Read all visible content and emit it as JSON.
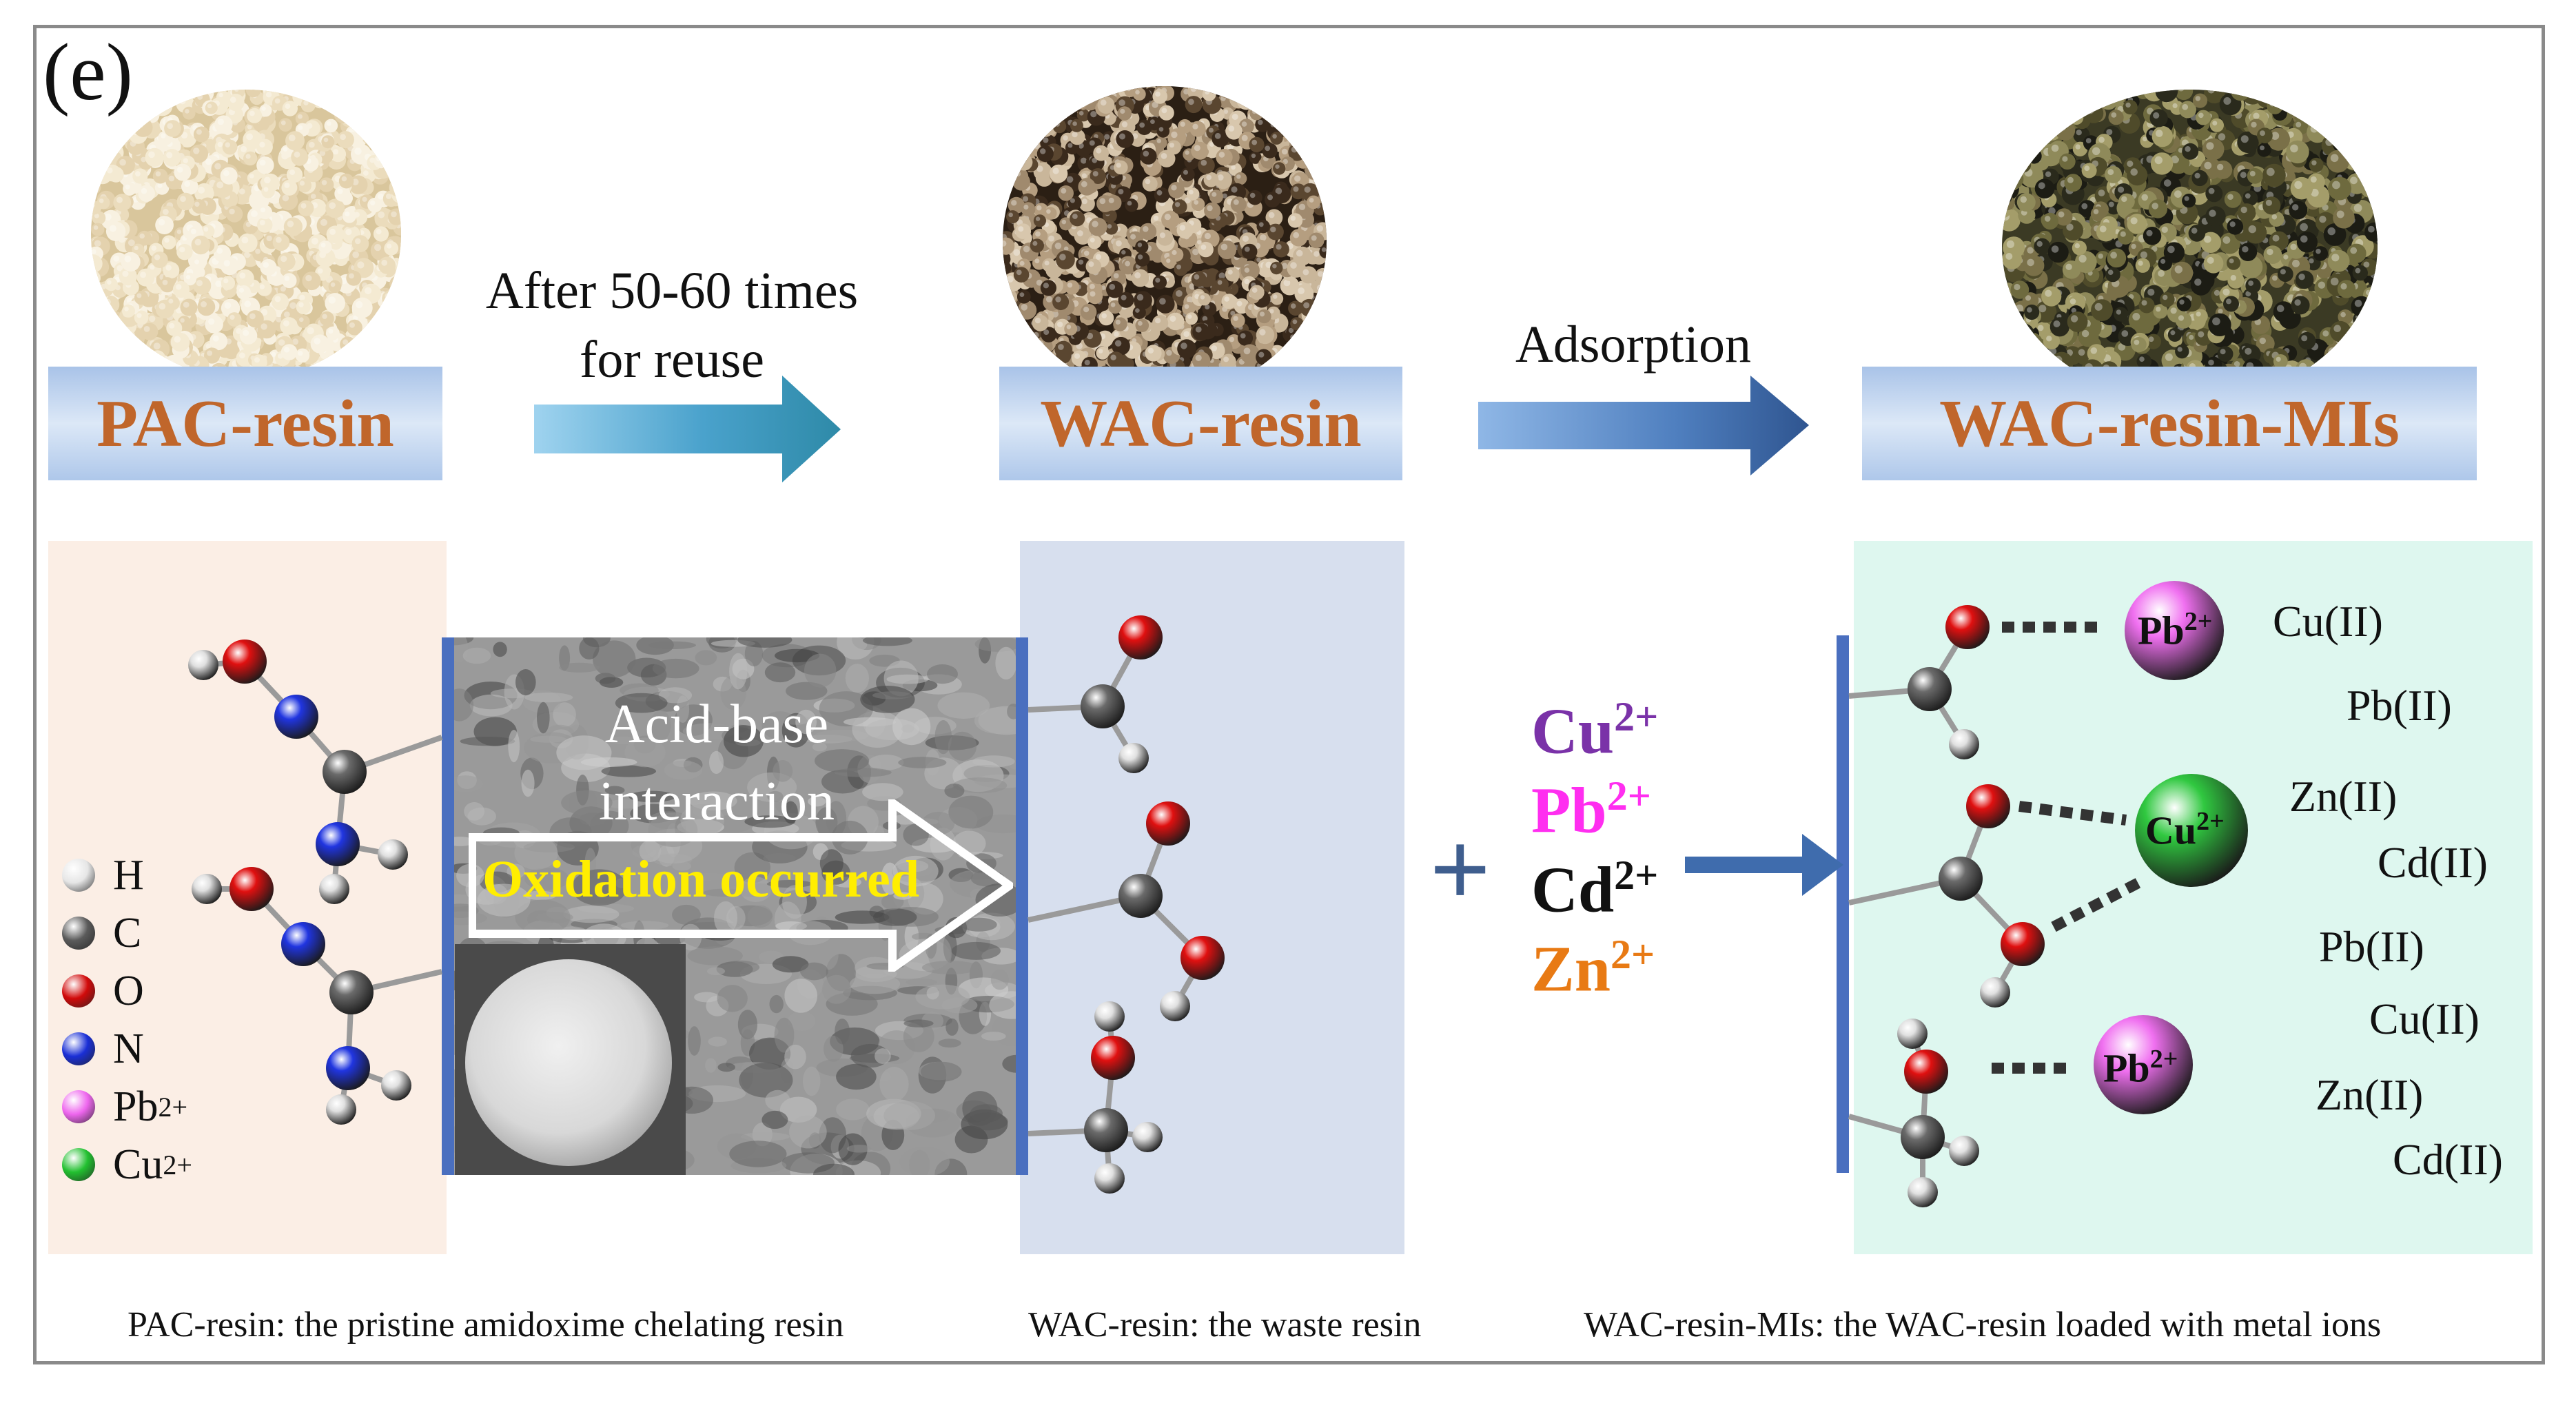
{
  "panel_tag": "(e)",
  "stages": {
    "pac": {
      "label": "PAC-resin"
    },
    "wac": {
      "label": "WAC-resin"
    },
    "wac_mi": {
      "label": "WAC-resin-MIs"
    }
  },
  "arrows": {
    "reuse_line1": "After 50-60 times",
    "reuse_line2": "for reuse",
    "adsorption": "Adsorption"
  },
  "sem": {
    "interaction_line1": "Acid-base",
    "interaction_line2": "interaction",
    "oxidation": "Oxidation occurred"
  },
  "legend": [
    {
      "symbol": "H",
      "sup": "",
      "color": "#e6e6e6"
    },
    {
      "symbol": "C",
      "sup": "",
      "color": "#5a5a5a"
    },
    {
      "symbol": "O",
      "sup": "",
      "color": "#d10a0a"
    },
    {
      "symbol": "N",
      "sup": "",
      "color": "#1a2fd6"
    },
    {
      "symbol": "Pb",
      "sup": "2+",
      "color": "#ee66ee"
    },
    {
      "symbol": "Cu",
      "sup": "2+",
      "color": "#22c030"
    }
  ],
  "ions": [
    {
      "symbol": "Cu",
      "sup": "2+",
      "color": "#7a32a8"
    },
    {
      "symbol": "Pb",
      "sup": "2+",
      "color": "#ff2ef0"
    },
    {
      "symbol": "Cd",
      "sup": "2+",
      "color": "#111111"
    },
    {
      "symbol": "Zn",
      "sup": "2+",
      "color": "#e87a14"
    }
  ],
  "plus_sign": "+",
  "bound_ions": [
    {
      "symbol": "Pb",
      "sup": "2+"
    },
    {
      "symbol": "Cu",
      "sup": "2+"
    },
    {
      "symbol": "Pb",
      "sup": "2+"
    }
  ],
  "oxidation_states": [
    "Cu(II)",
    "Pb(II)",
    "Zn(II)",
    "Cd(II)",
    "Pb(II)",
    "Cu(II)",
    "Zn(II)",
    "Cd(II)"
  ],
  "captions": {
    "pac": "PAC-resin: the pristine amidoxime chelating resin",
    "wac": "WAC-resin: the waste resin",
    "wac_mi": "WAC-resin-MIs: the WAC-resin loaded with metal ions"
  },
  "colors": {
    "label_text": "#c0662b",
    "pac_panel": "#fbeee5",
    "wac_panel": "#d7dfee",
    "mi_panel": "#def7ef",
    "wall": "#4a6fbf",
    "arrow_dark": "#2f5590"
  }
}
